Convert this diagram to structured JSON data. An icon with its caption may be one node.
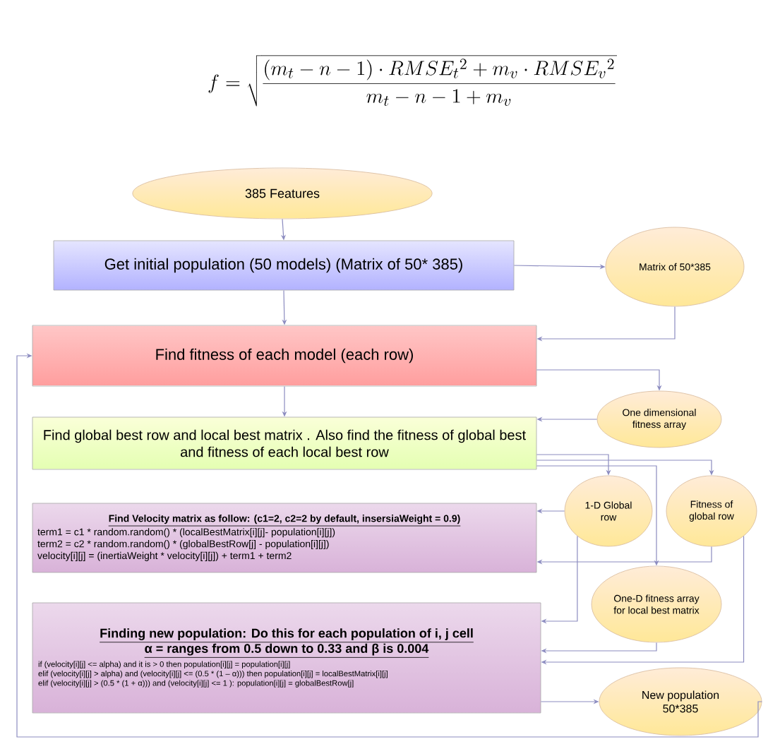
{
  "diagram": {
    "nodes": [
      {
        "text": [
          "385 Features"
        ]
      },
      {
        "text": [
          "Get initial population (50 models)  (Matrix of 50* 385)"
        ]
      },
      {
        "text": [
          "Matrix of 50*385"
        ]
      },
      {
        "text": [
          "Find fitness of each model (each row)"
        ]
      },
      {
        "text": [
          "One dimensional fitness array"
        ]
      },
      {
        "text": [
          "Find global best row and local best matrix . Also find the fitness of global best and fitness of each local best row"
        ]
      },
      {
        "text": [
          "Find Velocity matrix as follow: (c1=2, c2=2 by default, insersiaWeight = 0.9)",
          "term1 = c1 * random.random() * (localBestMatrix[i][j]- population[i][j])",
          "term2 = c2 * random.random() * (globalBestRow[j] - population[i][j])",
          "velocity[i][j] = (inertiaWeight * velocity[i][j]) + term1 + term2"
        ]
      },
      {
        "text": [
          "1-D Global row"
        ]
      },
      {
        "text": [
          "Fitness of global row"
        ]
      },
      {
        "text": [
          "One-D fitness array for local best matrix"
        ]
      },
      {
        "text": [
          "Finding new population: Do this for each population of i, j cell",
          "α = ranges from 0.5 down to 0.33 and β is 0.004",
          "if (velocity[i][j] <= alpha) and it is > 0 then population[i][j] = population[i][j]",
          "elif (velocity[i][j] > alpha) and (velocity[i][j] <= (0.5 * (1 – α))) then population[i][j] = localBestMatrix[i][j]",
          "elif (velocity[i][j] > (0.5 * (1 + α))) and (velocity[i][j] <= 1 ): population[i][j] = globalBestRow[j]"
        ]
      },
      {
        "text": [
          "New population 50*385"
        ]
      }
    ],
    "edges": [
      {
        "from": 0,
        "to": 1,
        "arrow": "to"
      },
      {
        "from": 1,
        "to": 2,
        "arrow": "to"
      },
      {
        "from": 1,
        "to": 3,
        "arrow": "to"
      },
      {
        "from": 2,
        "to": 3,
        "arrow": "to"
      },
      {
        "from": 3,
        "to": 4,
        "arrow": "to"
      },
      {
        "from": 3,
        "to": 5,
        "arrow": "to"
      },
      {
        "from": 4,
        "to": 5,
        "arrow": "to"
      },
      {
        "from": 5,
        "to": 7,
        "arrow": "to"
      },
      {
        "from": 5,
        "to": 8,
        "arrow": "to"
      },
      {
        "from": 7,
        "to": 6,
        "arrow": "to"
      },
      {
        "from": 8,
        "to": 6,
        "arrow": "to"
      },
      {
        "from": 5,
        "to": 9,
        "arrow": "to"
      },
      {
        "from": 7,
        "to": 10,
        "arrow": "to"
      },
      {
        "from": 9,
        "to": 10,
        "arrow": "to"
      },
      {
        "from": 8,
        "to": 10,
        "arrow": "to"
      },
      {
        "from": 10,
        "to": 11,
        "arrow": "to"
      },
      {
        "from": 11,
        "to": 3,
        "arrow": "to"
      }
    ],
    "labels": [
      "f = \\sqrt{\\frac{(m_t - n - 1) \\cdot RMSE_t{}^2 + m_v \\cdot RMSE_v{}^2}{m_t - n - 1 + m_v}}"
    ]
  }
}
